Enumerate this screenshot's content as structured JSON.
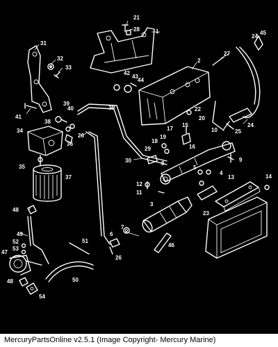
{
  "callouts": [
    "1",
    "2",
    "3",
    "4",
    "5",
    "6",
    "7",
    "8",
    "9",
    "10",
    "11",
    "12",
    "13",
    "14",
    "15",
    "16",
    "17",
    "18",
    "19",
    "20",
    "21",
    "22",
    "23",
    "24",
    "25",
    "26",
    "27",
    "28",
    "29",
    "30",
    "31",
    "32",
    "33",
    "34",
    "35",
    "36",
    "37",
    "38",
    "39",
    "40",
    "41",
    "42",
    "43",
    "44",
    "45",
    "46",
    "47",
    "48",
    "49",
    "50",
    "51",
    "52",
    "53",
    "54"
  ],
  "labels": {
    "c1": "1",
    "c2": "2",
    "c3": "3",
    "c4": "4",
    "c5": "5",
    "c6": "6",
    "c7": "7",
    "c8": "8",
    "c9": "9",
    "c10": "10",
    "c11": "11",
    "c12": "12",
    "c13": "13",
    "c14": "14",
    "c15": "15",
    "c16": "16",
    "c17": "17",
    "c18": "18",
    "c19": "19",
    "c20": "20",
    "c21": "21",
    "c22": "22",
    "c23": "23",
    "c24a": "24",
    "c24b": "24",
    "c25": "25",
    "c26a": "26",
    "c26b": "26",
    "c27": "27",
    "c28": "28",
    "c29": "29",
    "c30a": "30",
    "c30b": "30",
    "c31": "31",
    "c32": "32",
    "c33": "33",
    "c34": "34",
    "c35": "35",
    "c36": "36",
    "c37": "37",
    "c38": "38",
    "c39": "39",
    "c40": "40",
    "c41": "41",
    "c42": "42",
    "c43": "43",
    "c44": "44",
    "c45": "45",
    "c46": "46",
    "c47": "47",
    "c48a": "48",
    "c48b": "48",
    "c49": "49",
    "c50": "50",
    "c51": "51",
    "c52": "52",
    "c53": "53",
    "c54": "54"
  },
  "caption": "MercuryPartsOnline v2.5.1 (Image Copyright- Mercury Marine)"
}
